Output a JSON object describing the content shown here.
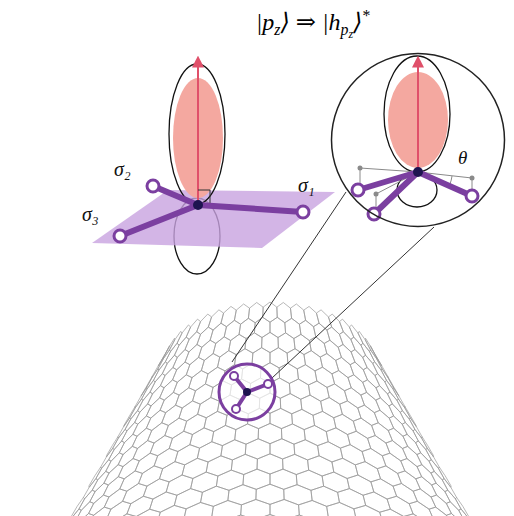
{
  "diagram": {
    "nodes": [
      {
        "text": [
          "θ"
        ]
      }
    ],
    "labels": [
      "|p",
      "z",
      "⟩ ⇒ |h",
      "p",
      "z",
      "⟩",
      "*",
      "σ₂",
      "σ₁",
      "σ₃"
    ]
  }
}
